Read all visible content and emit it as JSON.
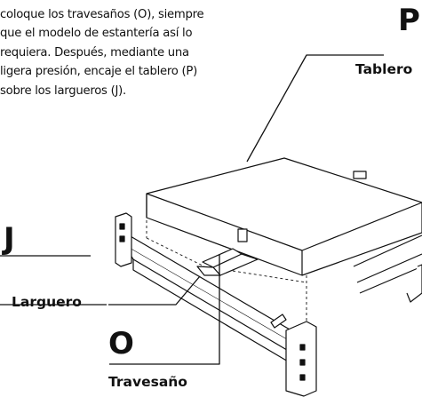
{
  "instructions": {
    "lines": [
      "coloque los travesaños (O), siempre",
      "que el modelo de estantería así lo",
      "requiera. Después, mediante una",
      "ligera presión, encaje el tablero (P)",
      "sobre los largueros (J)."
    ]
  },
  "callouts": {
    "P": {
      "letter": "P",
      "label": "Tablero"
    },
    "J": {
      "letter": "J",
      "label": "Larguero"
    },
    "O": {
      "letter": "O",
      "label": "Travesaño"
    }
  },
  "colors": {
    "ink": "#111111",
    "paper": "#ffffff",
    "shade": "#cfcfcf"
  }
}
